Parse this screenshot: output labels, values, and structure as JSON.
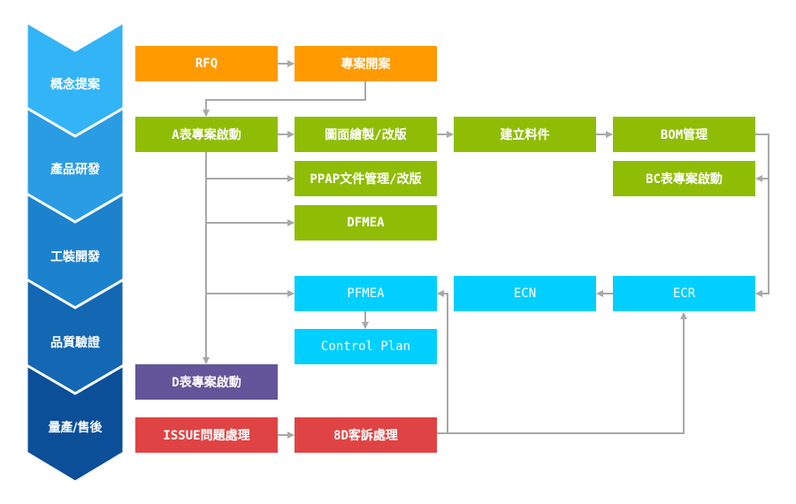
{
  "colors": {
    "connector": "#a8a8a8",
    "phase": [
      "#33b4f7",
      "#2a9ce3",
      "#1d82cd",
      "#1467b2",
      "#0b4f99"
    ],
    "concept": "#ff9a00",
    "development": "#8fbd06",
    "process": "#00cfff",
    "tooling": "#63559a",
    "issue": "#e04343"
  },
  "phases": [
    {
      "label": "概念提案"
    },
    {
      "label": "產品研發"
    },
    {
      "label": "工裝開發"
    },
    {
      "label": "品質驗證"
    },
    {
      "label": "量產/售後"
    }
  ],
  "nodes": {
    "rfq": "RFQ",
    "project_open": "專案開案",
    "form_a": "A表專案啟動",
    "drawing": "圖面繪製/改版",
    "material": "建立料件",
    "bom": "BOM管理",
    "ppap": "PPAP文件管理/改版",
    "form_bc": "BC表專案啟動",
    "dfmea": "DFMEA",
    "pfmea": "PFMEA",
    "ecn": "ECN",
    "ecr": "ECR",
    "control_plan": "Control Plan",
    "form_d": "D表專案啟動",
    "issue": "ISSUE問題處理",
    "complaint_8d": "8D客訴處理"
  }
}
